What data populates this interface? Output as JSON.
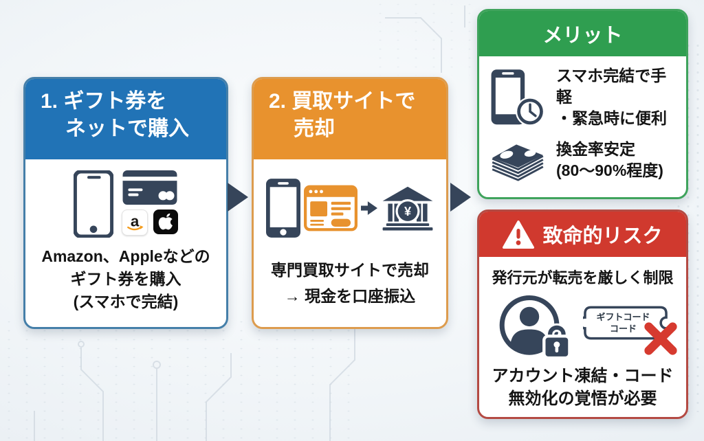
{
  "palette": {
    "blue": "#2173b6",
    "orange": "#e8922e",
    "green": "#2f9e50",
    "red": "#d0392e",
    "slate": "#36455a",
    "cross_red": "#d63a2f"
  },
  "step1": {
    "title_lines": [
      "1. ギフト券を",
      "ネットで購入"
    ],
    "desc_lines": [
      "Amazon、Appleなどの",
      "ギフト券を購入",
      "(スマホで完結)"
    ],
    "amazon_letter": "a"
  },
  "step2": {
    "title_lines": [
      "2. 買取サイトで",
      "売却"
    ],
    "desc_lines": [
      "専門買取サイトで売却",
      "→ 現金を口座振込"
    ]
  },
  "merit": {
    "title": "メリット",
    "items": [
      {
        "icon": "smartphone-clock-icon",
        "lines": [
          "スマホ完結で手軽",
          "・緊急時に便利"
        ]
      },
      {
        "icon": "money-stack-icon",
        "lines": [
          "換金率安定",
          "(80〜90%程度)"
        ]
      }
    ]
  },
  "risk": {
    "title": "致命的リスク",
    "lead": "発行元が転売を厳しく制限",
    "ticket_lines": [
      "ギフトコード",
      "コード"
    ],
    "outcome_lines": [
      "アカウント凍結・コード",
      "無効化の覚悟が必要"
    ]
  },
  "bank_currency": "¥"
}
